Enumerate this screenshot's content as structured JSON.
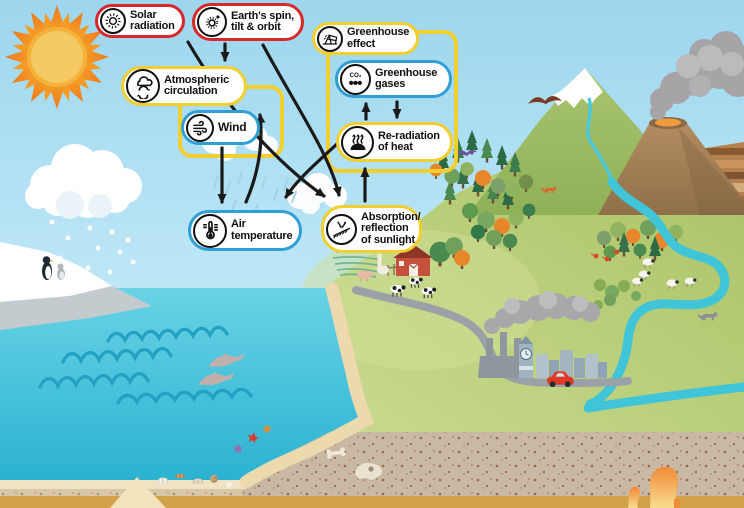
{
  "colors": {
    "red": "#d7282a",
    "yellow": "#f2cf2e",
    "blue": "#2f9fd6",
    "arrow": "#1a1a1a",
    "sky": "#aee0f2",
    "ocean": "#3fbcd6",
    "hill": "#b9cf7f",
    "sand": "#c9b8a3"
  },
  "diagram": {
    "co2_label": "CO₂",
    "nodes": [
      {
        "id": "solar-radiation",
        "label": "Solar\nradiation",
        "border": "red",
        "icon": "sun-rays-icon"
      },
      {
        "id": "earths-spin-tilt-orbit",
        "label": "Earth's spin,\ntilt & orbit",
        "border": "red",
        "icon": "spin-orbit-icon"
      },
      {
        "id": "atmospheric-circulation",
        "label": "Atmospheric\ncirculation",
        "border": "yellow",
        "icon": "cloud-cycle-icon"
      },
      {
        "id": "wind",
        "label": "Wind",
        "border": "blue",
        "icon": "wind-icon"
      },
      {
        "id": "air-temperature",
        "label": "Air\ntemperature",
        "border": "blue",
        "icon": "thermometer-icon"
      },
      {
        "id": "greenhouse-effect",
        "label": "Greenhouse\neffect",
        "border": "yellow",
        "icon": "greenhouse-icon"
      },
      {
        "id": "greenhouse-gases",
        "label": "Greenhouse\ngases",
        "border": "blue",
        "icon": "co2-molecule-icon"
      },
      {
        "id": "re-radiation-of-heat",
        "label": "Re-radiation\nof heat",
        "border": "yellow",
        "icon": "heat-radiation-icon"
      },
      {
        "id": "absorption-reflection",
        "label": "Absorption/\nreflection\nof sunlight",
        "border": "yellow",
        "icon": "sunlight-absorption-icon"
      }
    ],
    "connections": [
      {
        "from": "earths-spin-tilt-orbit",
        "to": "atmospheric-circulation"
      },
      {
        "from": "solar-radiation",
        "to": "absorption-reflection"
      },
      {
        "from": "earths-spin-tilt-orbit",
        "to": "absorption-reflection"
      },
      {
        "from": "wind",
        "to": "air-temperature"
      },
      {
        "from": "re-radiation-of-heat",
        "to": "greenhouse-gases"
      },
      {
        "from": "greenhouse-gases",
        "to": "re-radiation-of-heat"
      },
      {
        "from": "absorption-reflection",
        "to": "re-radiation-of-heat"
      },
      {
        "from": "re-radiation-of-heat",
        "to": "air-temperature"
      },
      {
        "from": "air-temperature",
        "to": "atmospheric-circulation"
      }
    ]
  },
  "scene": {
    "elements": [
      "sun",
      "snow-cloud",
      "snowfall",
      "rain",
      "penguins",
      "iceberg",
      "ocean",
      "waves",
      "dolphins",
      "green-hill",
      "snow-mountain",
      "mountain-stream",
      "mesa-cliffs",
      "volcano",
      "volcano-smoke",
      "forest",
      "river",
      "grass-tufts",
      "farm-barn",
      "fence",
      "llama",
      "pig",
      "cows",
      "sheep-flock",
      "wolf",
      "fox",
      "chickens",
      "eagle",
      "purple-bird",
      "road",
      "red-car",
      "factory",
      "factory-smoke",
      "clock-tower",
      "city-buildings",
      "beach",
      "starfish",
      "seashells",
      "fossil-bone",
      "dinosaur-skull-fossil",
      "underground-sediment",
      "sand-layers",
      "magma-plumes"
    ]
  }
}
